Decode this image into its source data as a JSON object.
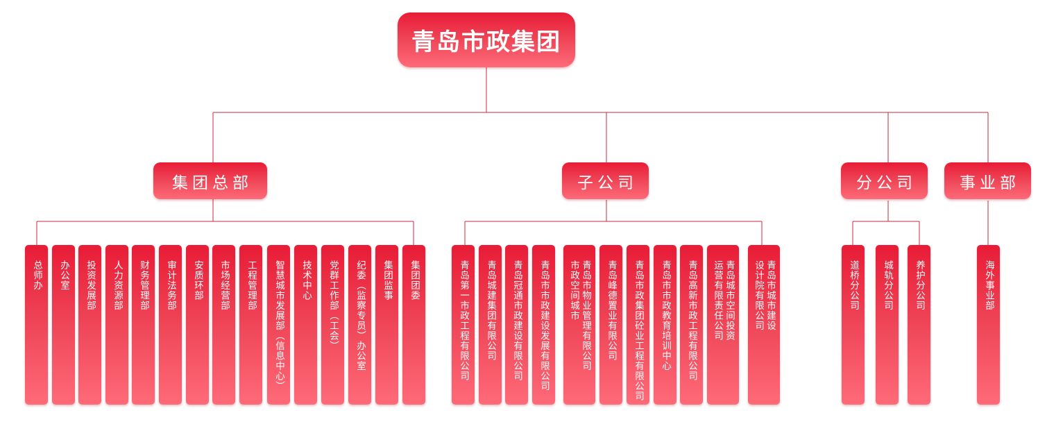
{
  "title": "青岛市政集团",
  "colors": {
    "box": "#e8293f",
    "line": "#c8283c"
  },
  "groups": [
    {
      "label": "集团总部",
      "units": [
        "总师办",
        "办公室",
        "投资发展部",
        "人力资源部",
        "财务管理部",
        "审计法务部",
        "安质环部",
        "市场经营部",
        "工程管理部",
        "智慧城市发展部（信息中心）",
        "技术中心",
        "党群工作部（工会）",
        "纪委（监察专员）办公室",
        "集团监事",
        "集团团委"
      ]
    },
    {
      "label": "子公司",
      "units": [
        "青岛第一市政工程有限公司",
        "青岛城建集团有限公司",
        "青岛冠通市政建设有限公司",
        "青岛市市政建设发展有限公司",
        "青岛市物业管理有限公司\n市政空间城市",
        "青岛峰德置业有限公司",
        "青岛市政集团砼业工程有限公司",
        "青岛市市政教育培训中心",
        "青岛高新市政工程有限公司",
        "青岛城市空间投资\n运营有限责任公司",
        "青岛市城市建设\n设计院有限公司"
      ]
    },
    {
      "label": "分公司",
      "units": [
        "道桥分公司",
        "城轨分公司",
        "养护分公司"
      ]
    },
    {
      "label": "事业部",
      "units": [
        "海外事业部"
      ]
    }
  ]
}
